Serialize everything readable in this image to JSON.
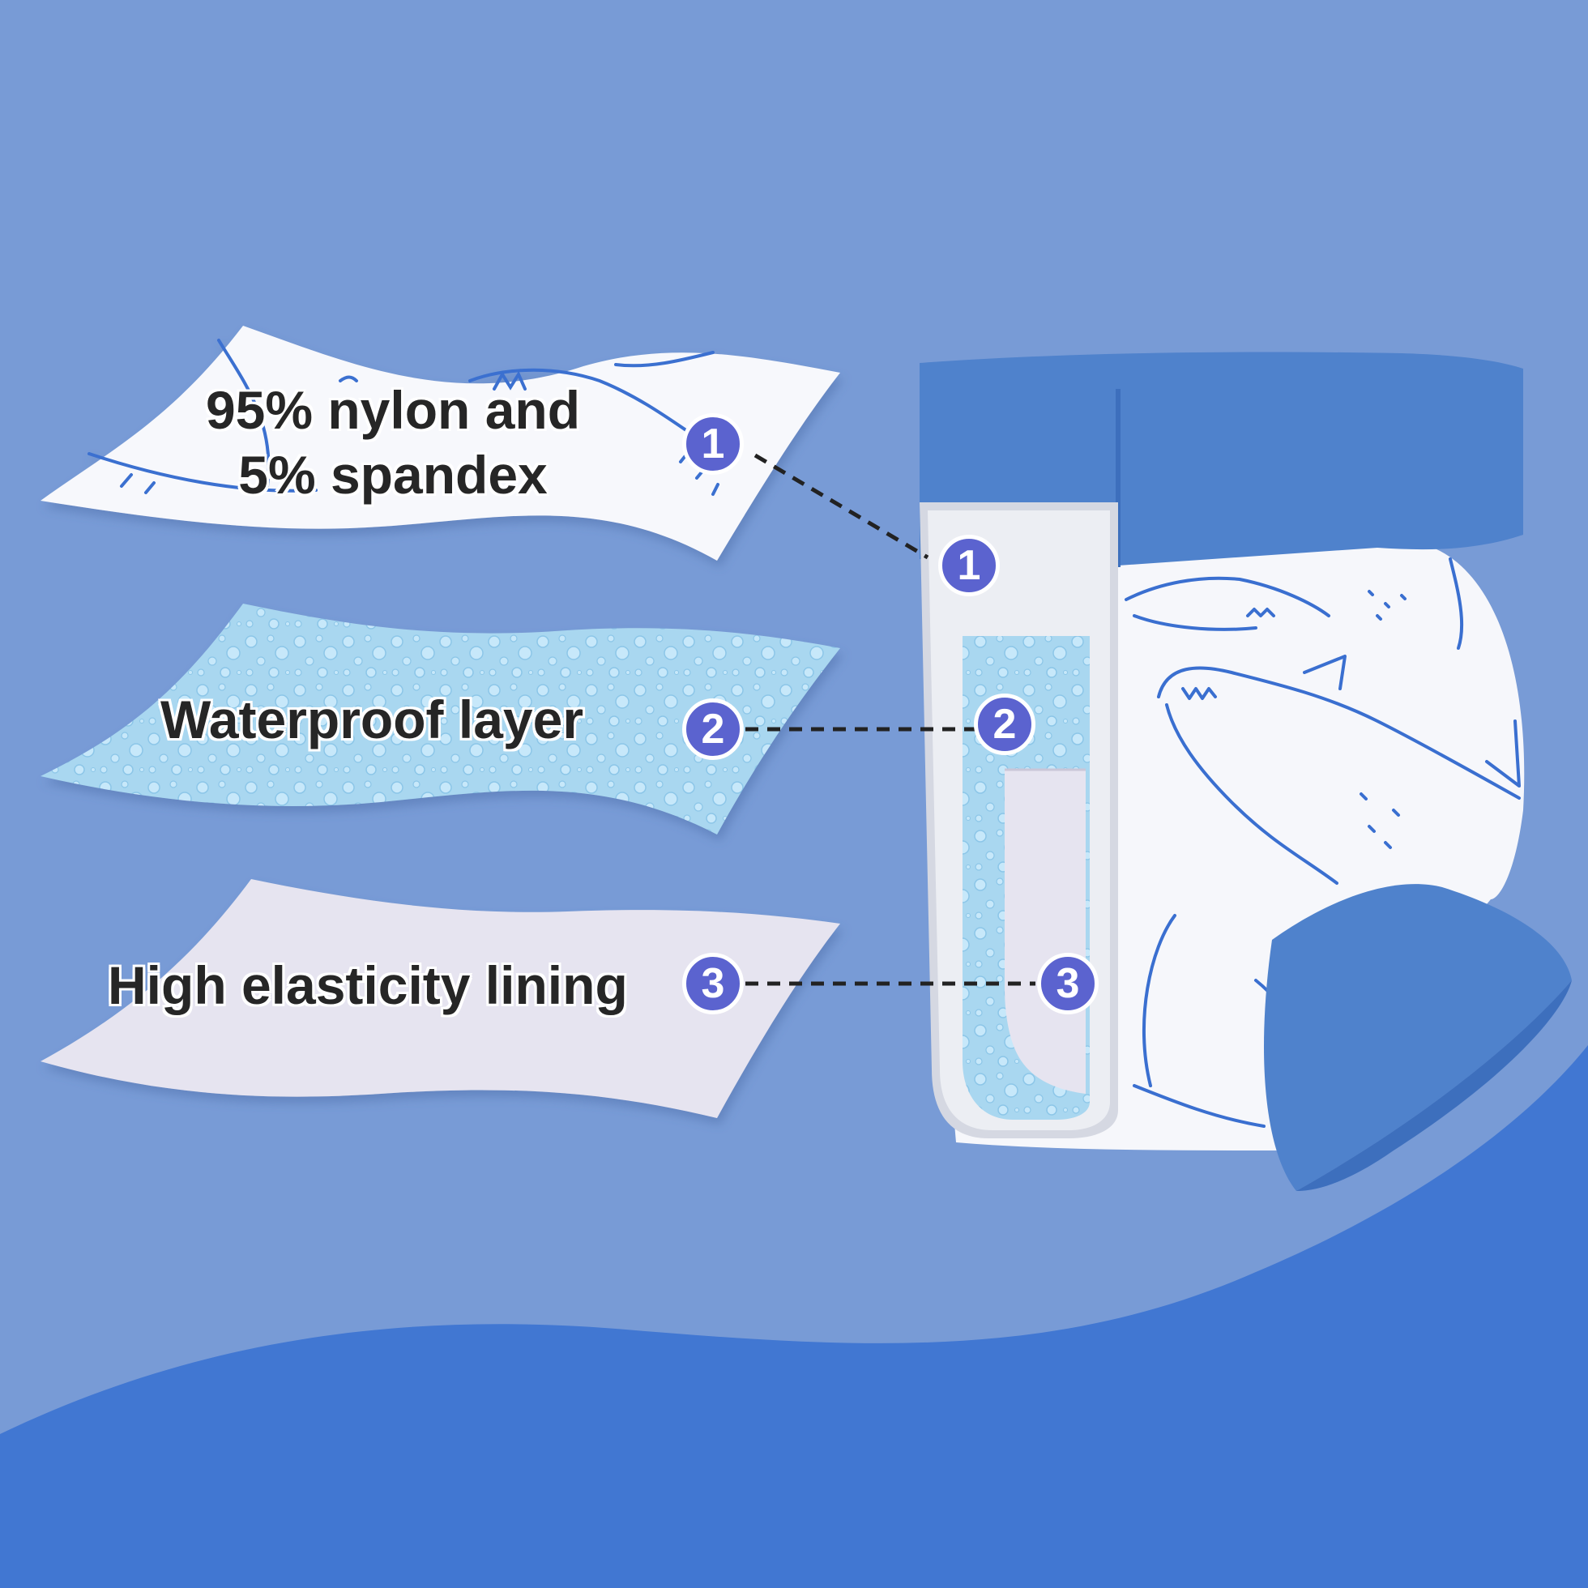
{
  "layers": [
    {
      "number": "1",
      "label_lines": [
        "95% nylon and",
        "5% spandex"
      ]
    },
    {
      "number": "2",
      "label": "Waterproof layer"
    },
    {
      "number": "3",
      "label": "High elasticity lining"
    }
  ],
  "colors": {
    "background": "#789bd6",
    "wave": "#4177d2",
    "waistband": "#4f82cc",
    "badge": "#5b63cf",
    "shark_outline": "#3a6fd0",
    "waterproof_layer": "#a9d7f0",
    "lining": "#e6e4f0",
    "label_text": "#262626"
  },
  "icons": [
    "shark-print-pattern",
    "water-bubble-texture",
    "swim-diaper-cutaway"
  ]
}
